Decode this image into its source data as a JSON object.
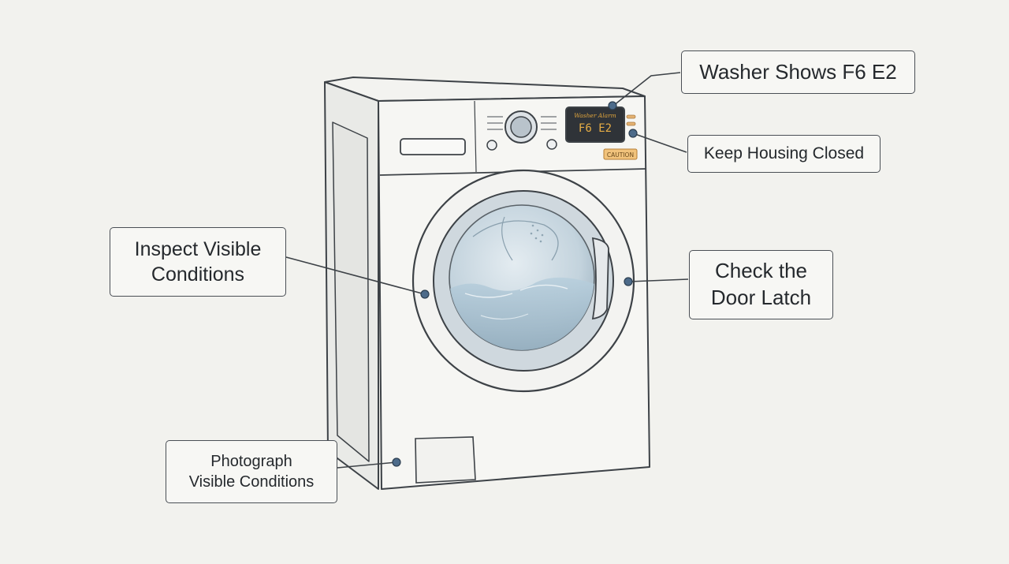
{
  "callouts": {
    "washer_shows": "Washer Shows F6 E2",
    "keep_housing": "Keep Housing Closed",
    "inspect": "Inspect Visible\nConditions",
    "door_latch": "Check the\nDoor Latch",
    "photograph": "Photograph\nVisible Conditions"
  },
  "display": {
    "header": "Washer Alarm",
    "code": "F6 E2"
  },
  "caution_label": "CAUTION",
  "colors": {
    "background": "#f2f2ee",
    "outline": "#4a4f55",
    "marker": "#4d6b8a",
    "display": "#2f3338",
    "display_text": "#e0a53c",
    "caution": "#d9973a",
    "water": "#a9c3d4"
  }
}
